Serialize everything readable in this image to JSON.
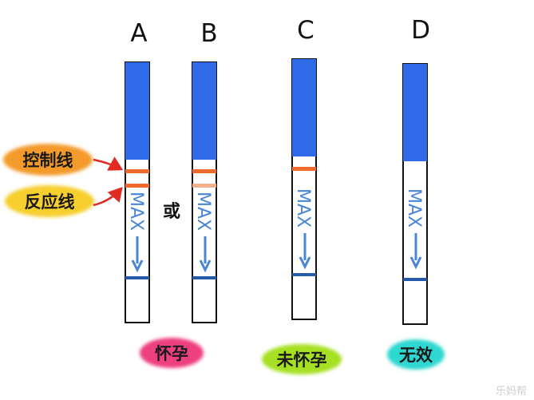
{
  "colors": {
    "strip_head": "#2f6be8",
    "strip_outline": "#111111",
    "line_control": "#f06a2c",
    "line_test_strong": "#f06a2c",
    "line_test_weak": "#f3b08a",
    "max_line": "#245aa8",
    "arrow_red": "#e02a22",
    "badge_label_orange": "#f39a2b",
    "badge_label_yellow": "#f7cf2f",
    "badge_pregnant": "#ee3f7f",
    "badge_not_pregnant": "#a6e024",
    "badge_invalid": "#2fd8d0"
  },
  "strips": [
    {
      "letter": "A",
      "max_text": "MAX",
      "control_line": true,
      "test_line": "strong"
    },
    {
      "letter": "B",
      "max_text": "MAX",
      "control_line": true,
      "test_line": "weak"
    },
    {
      "letter": "C",
      "max_text": "MAX",
      "control_line": true,
      "test_line": "none"
    },
    {
      "letter": "D",
      "max_text": "MAX",
      "control_line": false,
      "test_line": "none"
    }
  ],
  "callouts": {
    "control": "控制线",
    "test": "反应线"
  },
  "or_text": "或",
  "results": {
    "pregnant": "怀孕",
    "not_pregnant": "未怀孕",
    "invalid": "无效"
  },
  "watermark": "乐妈帮"
}
